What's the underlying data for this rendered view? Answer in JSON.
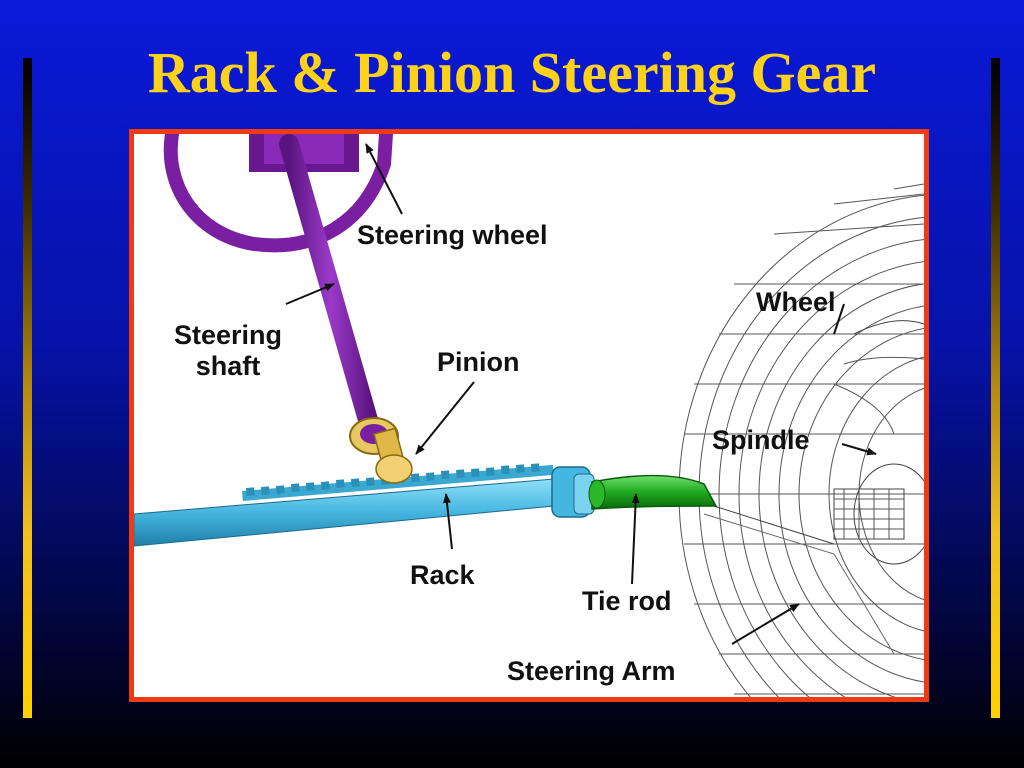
{
  "slide": {
    "title": "Rack & Pinion Steering Gear"
  },
  "diagram": {
    "labels": {
      "steering_wheel": "Steering wheel",
      "steering_shaft_line1": "Steering",
      "steering_shaft_line2": "shaft",
      "pinion": "Pinion",
      "wheel": "Wheel",
      "spindle": "Spindle",
      "rack": "Rack",
      "tie_rod": "Tie rod",
      "steering_arm": "Steering Arm"
    },
    "colors": {
      "steering_parts": "#7a1fa2",
      "rack": "#4ab8e0",
      "pinion": "#f0d070",
      "tie_rod": "#1fa81f",
      "frame_border": "#f03a14",
      "title": "#ffd21a",
      "wheel_wireframe": "#555555"
    }
  }
}
